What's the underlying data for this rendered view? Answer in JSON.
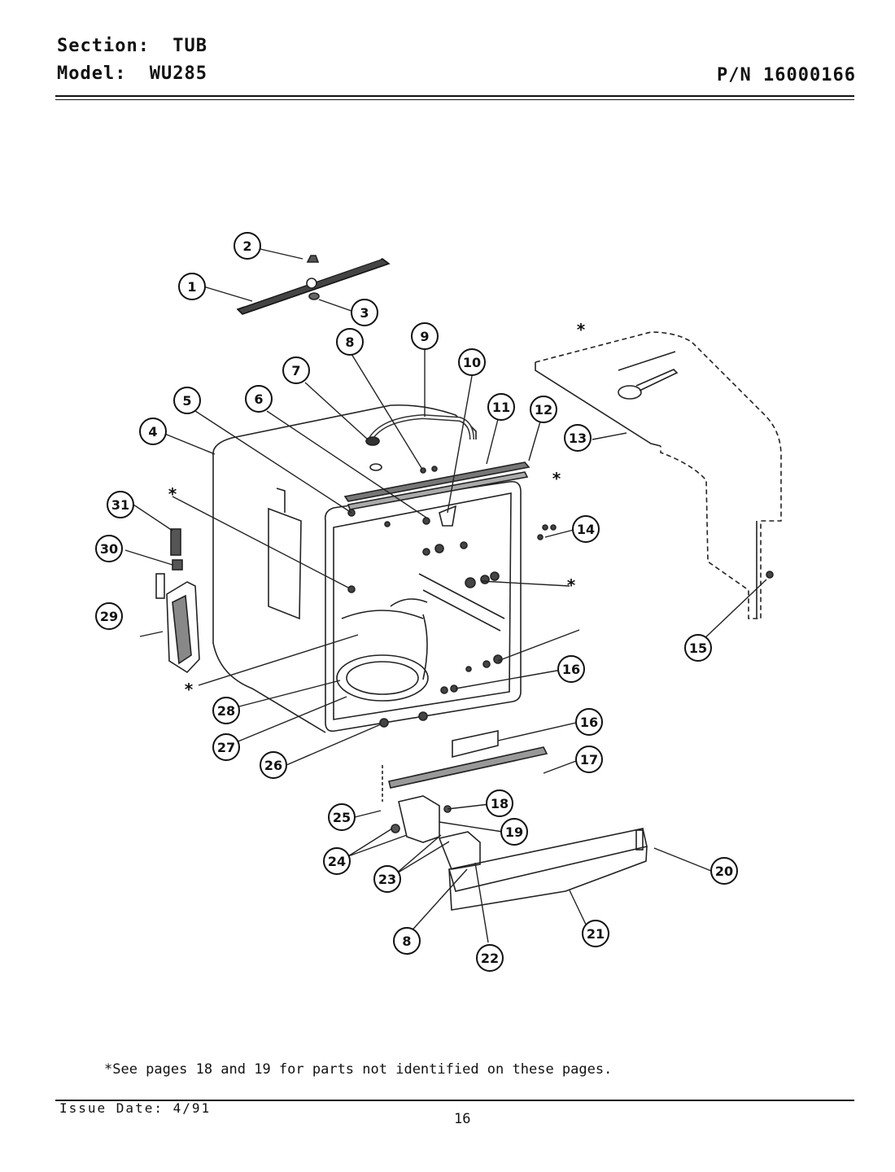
{
  "header": {
    "section_label": "Section:",
    "section_value": "TUB",
    "model_label": "Model:",
    "model_value": "WU285",
    "part_number": "P/N 16000166"
  },
  "callouts": [
    "1",
    "2",
    "3",
    "4",
    "5",
    "6",
    "7",
    "8",
    "9",
    "10",
    "11",
    "12",
    "13",
    "14",
    "15",
    "16",
    "16",
    "17",
    "18",
    "19",
    "20",
    "21",
    "22",
    "23",
    "24",
    "25",
    "26",
    "27",
    "28",
    "29",
    "30",
    "31",
    "8"
  ],
  "asterisk": "*",
  "footnote": "*See pages 18 and 19 for parts not identified on these pages.",
  "footer": {
    "issue_date": "Issue Date: 4/91",
    "page_number": "16"
  }
}
